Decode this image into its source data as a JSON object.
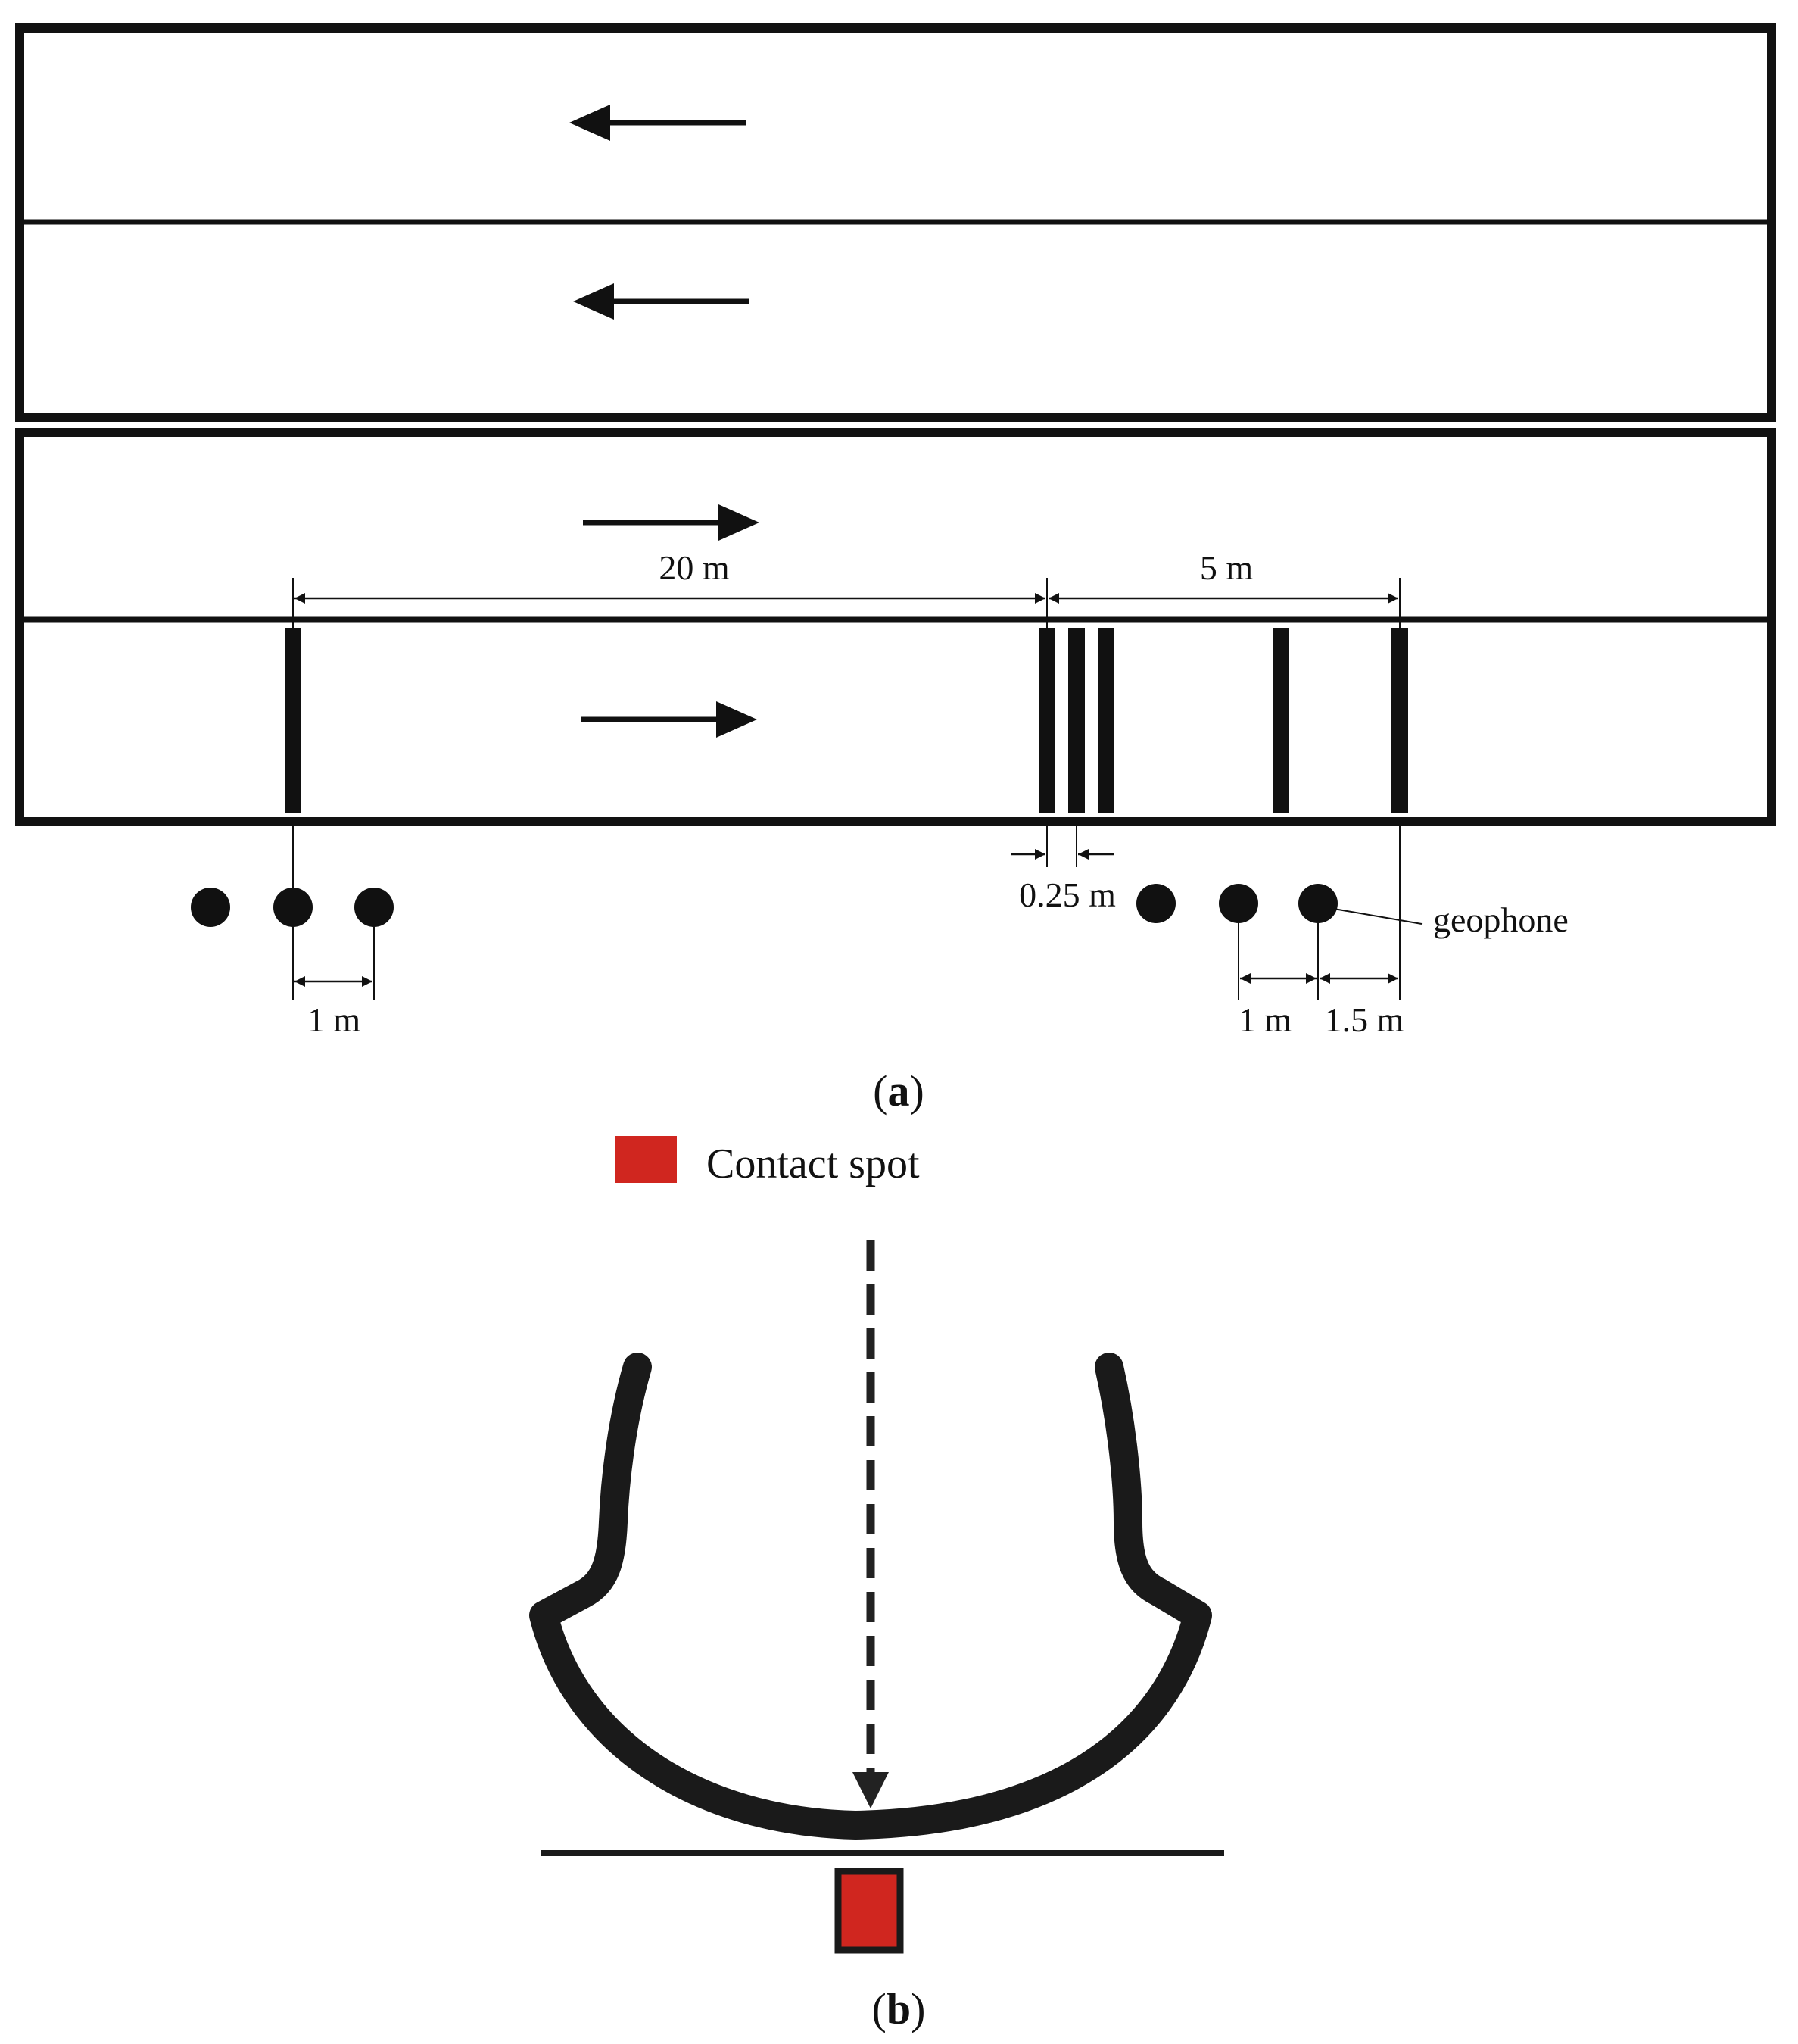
{
  "panel_a": {
    "caption": "(a)",
    "caption_letter": "a",
    "dim_20m": "20 m",
    "dim_5m": "5 m",
    "dim_025m": "0.25 m",
    "dim_1m_left": "1 m",
    "dim_1m_right": "1 m",
    "dim_15m": "1.5 m",
    "geophone_label": "geophone"
  },
  "panel_b": {
    "caption": "(b)",
    "caption_letter": "b",
    "legend_label": "Contact spot",
    "contact_color": "#d0261f"
  }
}
